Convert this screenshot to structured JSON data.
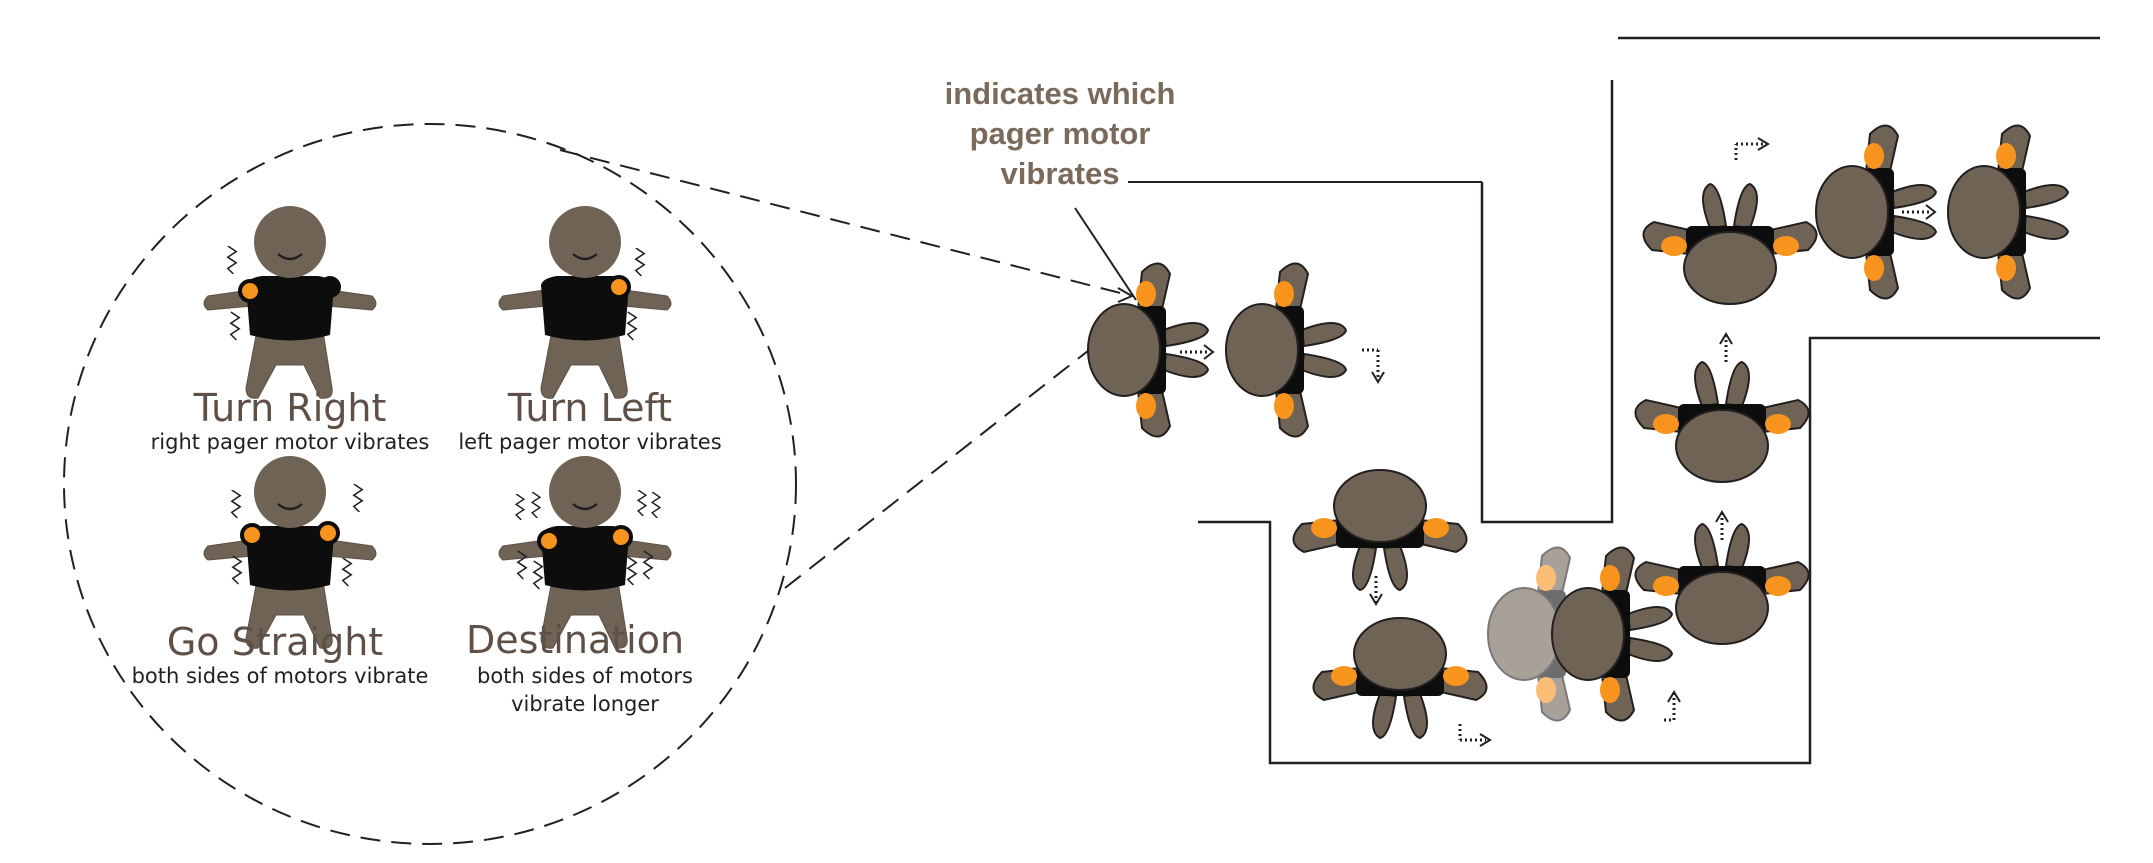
{
  "colors": {
    "body": "#6f6356",
    "body_light": "#a89a8c",
    "vest": "#0d0d0d",
    "motor": "#f7941d",
    "motor_light": "#fbc08c",
    "line": "#231f20",
    "title_text": "#5e5047",
    "note_text": "#7a6a5c"
  },
  "legend": {
    "turn_right": {
      "title": "Turn Right",
      "subtitle": "right pager motor vibrates"
    },
    "turn_left": {
      "title": "Turn Left",
      "subtitle": "left pager motor vibrates"
    },
    "go_straight": {
      "title": "Go Straight",
      "subtitle": "both sides of motors vibrate"
    },
    "destination": {
      "title": "Destination",
      "subtitle_line1": "both sides of motors",
      "subtitle_line2": "vibrate longer"
    }
  },
  "callout": {
    "line1": "indicates which",
    "line2": "pager motor",
    "line3": "vibrates"
  },
  "icons": {
    "person": "person-front-icon",
    "walker": "person-top-view-icon",
    "vibration": "vibration-zigzag-icon",
    "arrow": "dotted-arrow-icon"
  }
}
